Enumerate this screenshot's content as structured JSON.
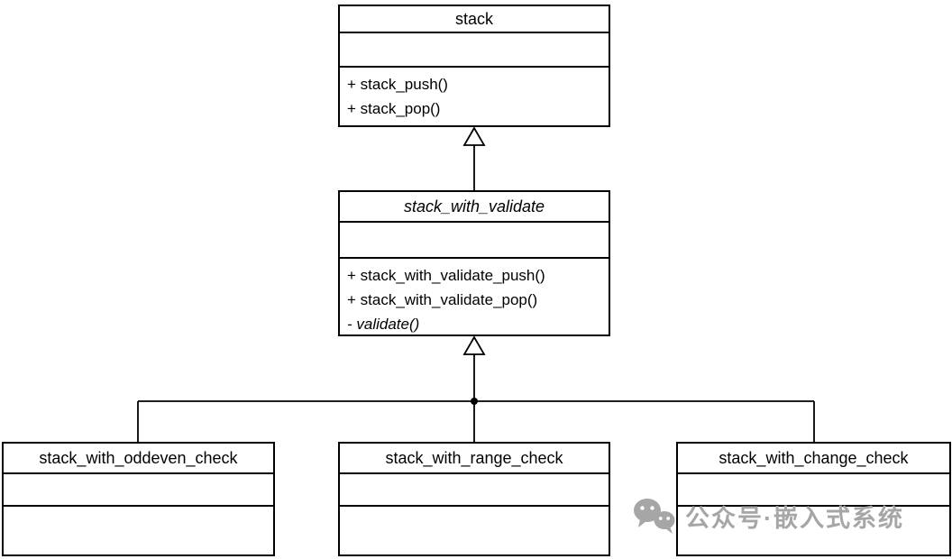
{
  "diagram": {
    "type": "uml-class-diagram",
    "classes": {
      "stack": {
        "name": "stack",
        "attributes": [],
        "methods": [
          "+ stack_push()",
          "+ stack_pop()"
        ]
      },
      "stack_with_validate": {
        "name": "stack_with_validate",
        "abstract": true,
        "attributes": [],
        "methods": [
          "+ stack_with_validate_push()",
          "+ stack_with_validate_pop()",
          "- validate()"
        ]
      },
      "stack_with_oddeven_check": {
        "name": "stack_with_oddeven_check",
        "attributes": [],
        "methods": []
      },
      "stack_with_range_check": {
        "name": "stack_with_range_check",
        "attributes": [],
        "methods": []
      },
      "stack_with_change_check": {
        "name": "stack_with_change_check",
        "attributes": [],
        "methods": []
      }
    },
    "relations": [
      {
        "type": "generalization",
        "from": "stack_with_validate",
        "to": "stack"
      },
      {
        "type": "generalization",
        "from": "stack_with_oddeven_check",
        "to": "stack_with_validate"
      },
      {
        "type": "generalization",
        "from": "stack_with_range_check",
        "to": "stack_with_validate"
      },
      {
        "type": "generalization",
        "from": "stack_with_change_check",
        "to": "stack_with_validate"
      }
    ],
    "colors": {
      "line": "#000000",
      "box_fill": "#ffffff",
      "watermark": "#a6a6a6"
    }
  },
  "watermark": {
    "icon": "wechat-chat-bubbles-icon",
    "text": "公众号·嵌入式系统"
  }
}
